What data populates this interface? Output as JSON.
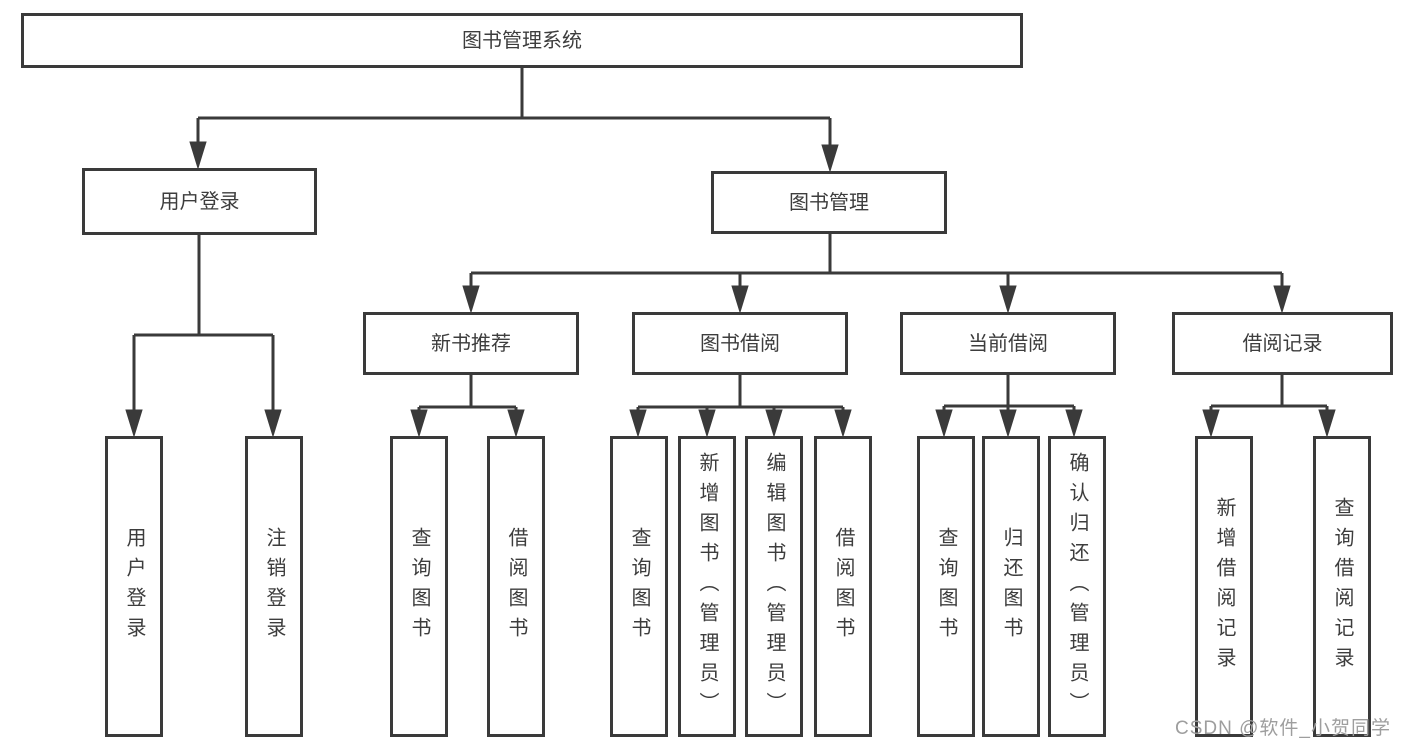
{
  "tree": {
    "root": {
      "label": "图书管理系统"
    },
    "branches": [
      {
        "label": "用户登录",
        "children": [
          {
            "label": "用户登录"
          },
          {
            "label": "注销登录"
          }
        ]
      },
      {
        "label": "图书管理",
        "children": [
          {
            "label": "新书推荐",
            "children": [
              {
                "label": "查询图书"
              },
              {
                "label": "借阅图书"
              }
            ]
          },
          {
            "label": "图书借阅",
            "children": [
              {
                "label": "查询图书"
              },
              {
                "label": "新增图书（管理员）"
              },
              {
                "label": "编辑图书（管理员）"
              },
              {
                "label": "借阅图书"
              }
            ]
          },
          {
            "label": "当前借阅",
            "children": [
              {
                "label": "查询图书"
              },
              {
                "label": "归还图书"
              },
              {
                "label": "确认归还（管理员）"
              }
            ]
          },
          {
            "label": "借阅记录",
            "children": [
              {
                "label": "新增借阅记录"
              },
              {
                "label": "查询借阅记录"
              }
            ]
          }
        ]
      }
    ]
  },
  "watermark": {
    "text": "CSDN @软件_小贺同学"
  },
  "colors": {
    "line": "#3a3a3a",
    "border": "#3a3a3a",
    "text": "#3d3d3d",
    "background": "#ffffff",
    "watermark": "#9e9e9e"
  }
}
